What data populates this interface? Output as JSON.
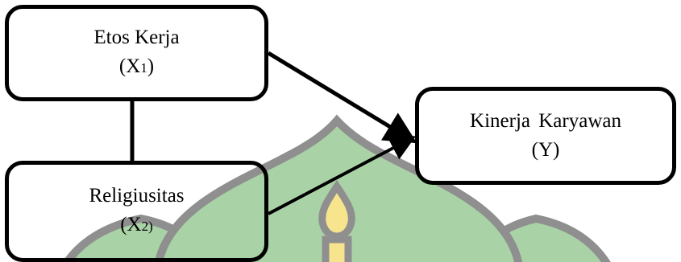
{
  "nodes": {
    "x1": {
      "title": "Etos Kerja",
      "code_open": "(X",
      "code_sub": "1",
      "code_close": ")"
    },
    "x2": {
      "title": "Religiusitas",
      "code_open": "(X",
      "code_sub": "2",
      "code_close": ")"
    },
    "y": {
      "title": "Kinerja Karyawan",
      "code": "(Y)"
    }
  },
  "edges": [
    {
      "from": "x1",
      "to": "x2",
      "style": "line"
    },
    {
      "from": "x1",
      "to": "y",
      "style": "arrow"
    },
    {
      "from": "x2",
      "to": "y",
      "style": "arrow"
    }
  ],
  "colors": {
    "line": "#000000",
    "watermark_dome": "#a9d3a6",
    "watermark_outline": "#8f8f8f",
    "watermark_finial": "#f6e58d"
  }
}
